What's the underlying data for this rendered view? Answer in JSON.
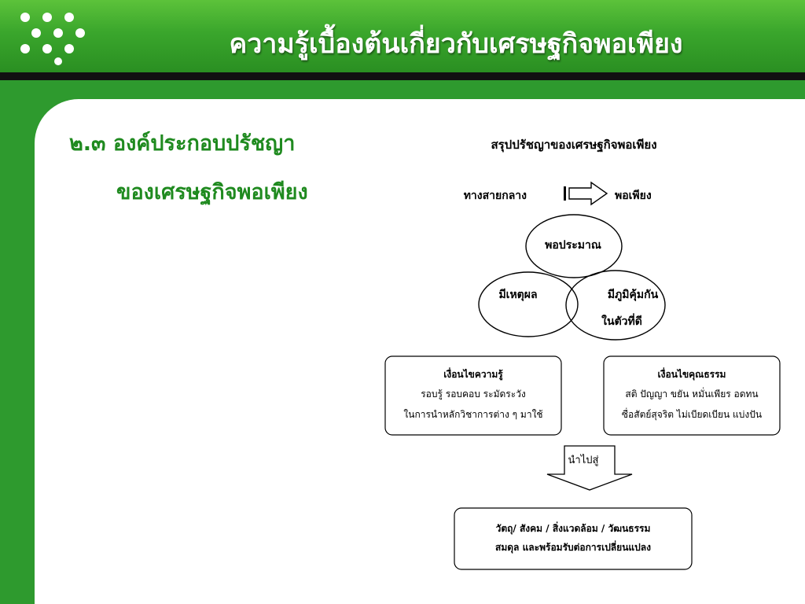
{
  "header": {
    "title": "ความรู้เบื้องต้นเกี่ยวกับเศรษฐกิจพอเพียง",
    "colors": {
      "green": "#3aa62c",
      "dark_bar": "#111111",
      "heading_green": "#1f8a1f"
    }
  },
  "section": {
    "heading_line1": "๒.๓  องค์ประกอบปรัชญา",
    "heading_line2": "ของเศรษฐกิจพอเพียง"
  },
  "diagram": {
    "title": "สรุปปรัชญาของเศรษฐกิจพอเพียง",
    "path_left": "ทางสายกลาง",
    "path_right": "พอเพียง",
    "circle_top": "พอประมาณ",
    "circle_left": "มีเหตุผล",
    "circle_right_line1": "มีภูมิคุ้มกัน",
    "circle_right_line2": "ในตัวที่ดี",
    "knowledge": {
      "title": "เงื่อนไขความรู้",
      "line1": "รอบรู้  รอบคอบ  ระมัดระวัง",
      "line2": "ในการนำหลักวิชาการต่าง ๆ  มาใช้"
    },
    "morality": {
      "title": "เงื่อนไขคุณธรรม",
      "line1": "สติ  ปัญญา  ขยัน  หมั่นเพียร  อดทน",
      "line2": "ซื่อสัตย์สุจริต  ไม่เบียดเบียน  แบ่งปัน"
    },
    "lead_to": "นำไปสู่",
    "result": {
      "line1": "วัตถุ/ สังคม / สิ่งแวดล้อม / วัฒนธรรม",
      "line2": "สมดุล  และพร้อมรับต่อการเปลี่ยนแปลง"
    }
  }
}
